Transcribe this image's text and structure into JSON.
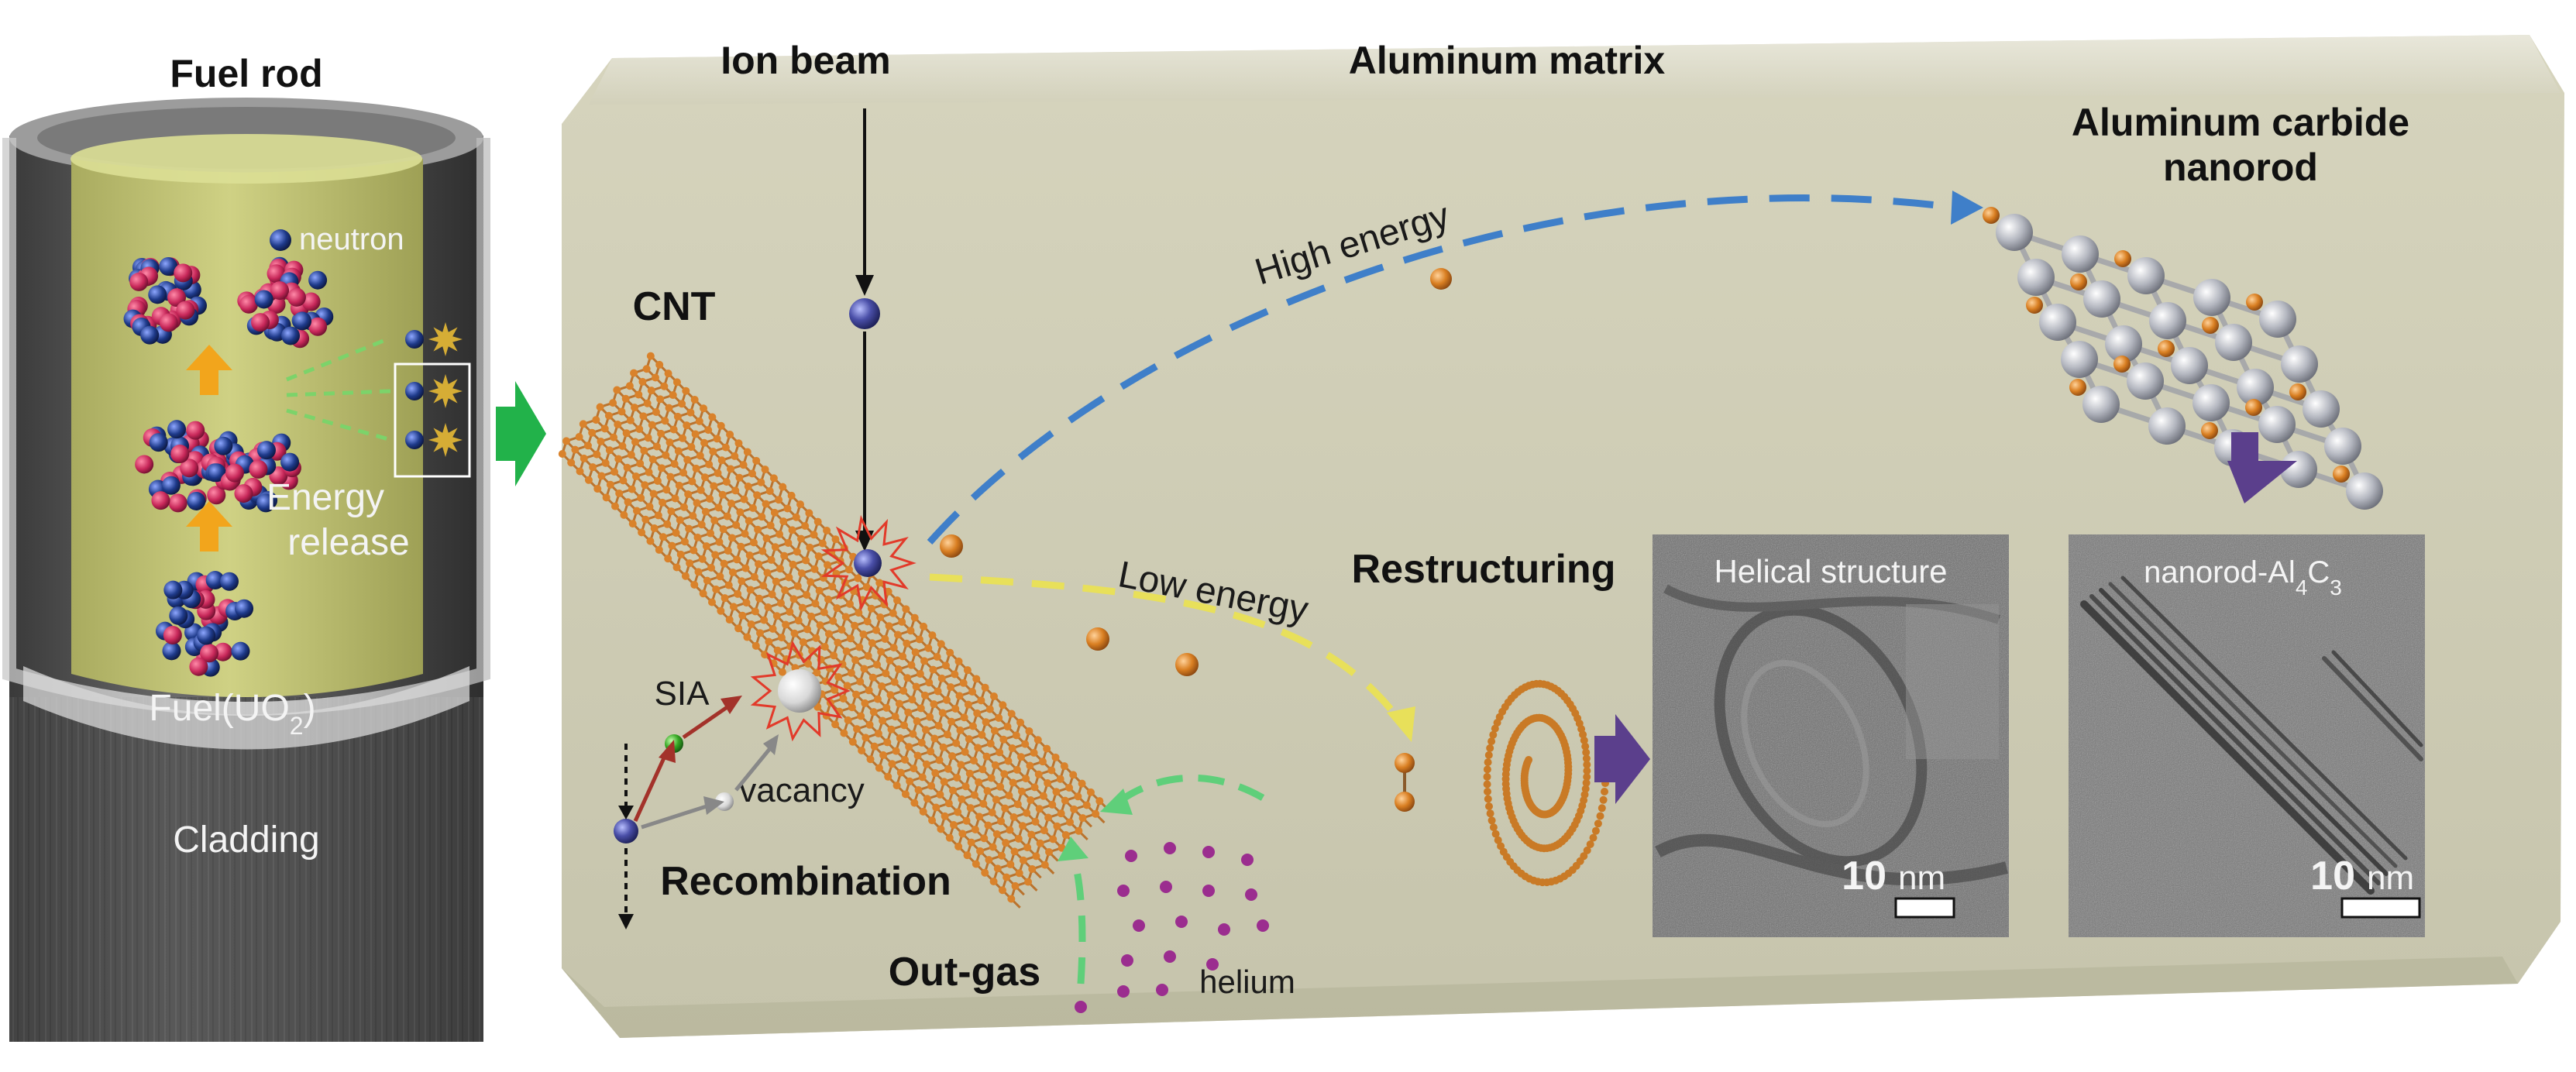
{
  "fuel_rod": {
    "title": "Fuel rod",
    "neutron_label": "neutron",
    "energy_release_line1": "Energy",
    "energy_release_line2": "release",
    "fuel_label": "Fuel(UO",
    "fuel_sub": "2",
    "fuel_close": ")",
    "cladding_label": "Cladding"
  },
  "matrix": {
    "title": "Aluminum matrix",
    "ion_beam_label": "Ion beam",
    "cnt_label": "CNT",
    "high_energy_label": "High energy",
    "low_energy_label": "Low energy",
    "carbide_line1": "Aluminum carbide",
    "carbide_line2": "nanorod",
    "restructuring_label": "Restructuring",
    "sia_label": "SIA",
    "vacancy_label": "vacancy",
    "recombination_label": "Recombination",
    "outgas_label": "Out-gas",
    "helium_label": "helium"
  },
  "micrographs": {
    "helical": {
      "title": "Helical structure",
      "scale_value": "10",
      "scale_unit": "nm"
    },
    "nanorod": {
      "title_main": "nanorod-Al",
      "title_sub1": "4",
      "title_mid": "C",
      "title_sub2": "3",
      "scale_value": "10",
      "scale_unit": "nm"
    }
  },
  "colors": {
    "matrix_fill": "#cfcdb6",
    "fuel_fill": "#c9cb7a",
    "cnt": "#d9822b",
    "high_energy_arrow": "#3f7fc9",
    "low_energy_arrow": "#e8e05a",
    "outgas_arrow": "#5fcf7a",
    "transition_arrow": "#22b24a",
    "restructure_arrow": "#5b3f8c",
    "helium": "#9b2d8f",
    "neutron": "#1e3a8a",
    "proton": "#c8285a",
    "energy_burst": "#d6ad35"
  }
}
